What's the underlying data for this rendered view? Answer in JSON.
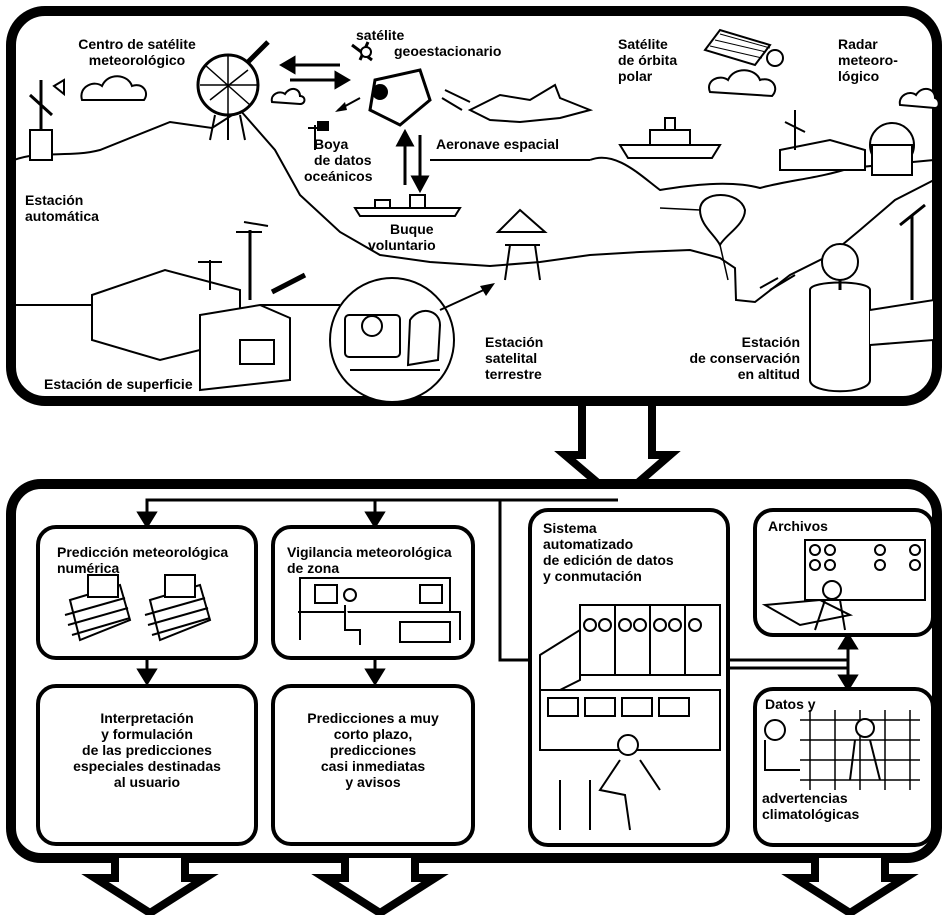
{
  "top_panel": {
    "labels": {
      "centro": [
        "Centro de satélite",
        "meteorológico"
      ],
      "satelite_geo": [
        "satélite",
        "geoestacionario"
      ],
      "satelite_polar": [
        "Satélite",
        "de órbita",
        "polar"
      ],
      "radar": [
        "Radar",
        "meteoro-",
        "lógico"
      ],
      "aeronave": [
        "Aeronave espacial"
      ],
      "boya": [
        "Boya",
        "de datos",
        "oceánicos"
      ],
      "estacion_auto": [
        "Estación",
        "automática"
      ],
      "buque": [
        "Buque",
        "voluntario"
      ],
      "estacion_sat": [
        "Estación",
        "satelital",
        "terrestre"
      ],
      "estacion_cons": [
        "Estación",
        "de conservación",
        "en altitud"
      ],
      "estacion_sup": [
        "Estación de superficie"
      ]
    }
  },
  "bottom_panel": {
    "boxes": {
      "prediccion": [
        "Predicción meteorológica",
        "numérica"
      ],
      "vigilancia": [
        "Vigilancia meteorológica",
        "de zona"
      ],
      "sistema": [
        "Sistema",
        "automatizado",
        "de edición de datos",
        "y conmutación"
      ],
      "archivos": [
        "Archivos"
      ],
      "interpretacion": [
        "Interpretación",
        "y formulación",
        "de las predicciones",
        "especiales destinadas",
        "al usuario"
      ],
      "predicciones_corto": [
        "Predicciones a muy",
        "corto plazo,",
        "predicciones",
        "casi inmediatas",
        "y avisos"
      ],
      "datos_top": [
        "Datos y"
      ],
      "datos_bottom": [
        "advertencias",
        "climatológicas"
      ]
    }
  }
}
